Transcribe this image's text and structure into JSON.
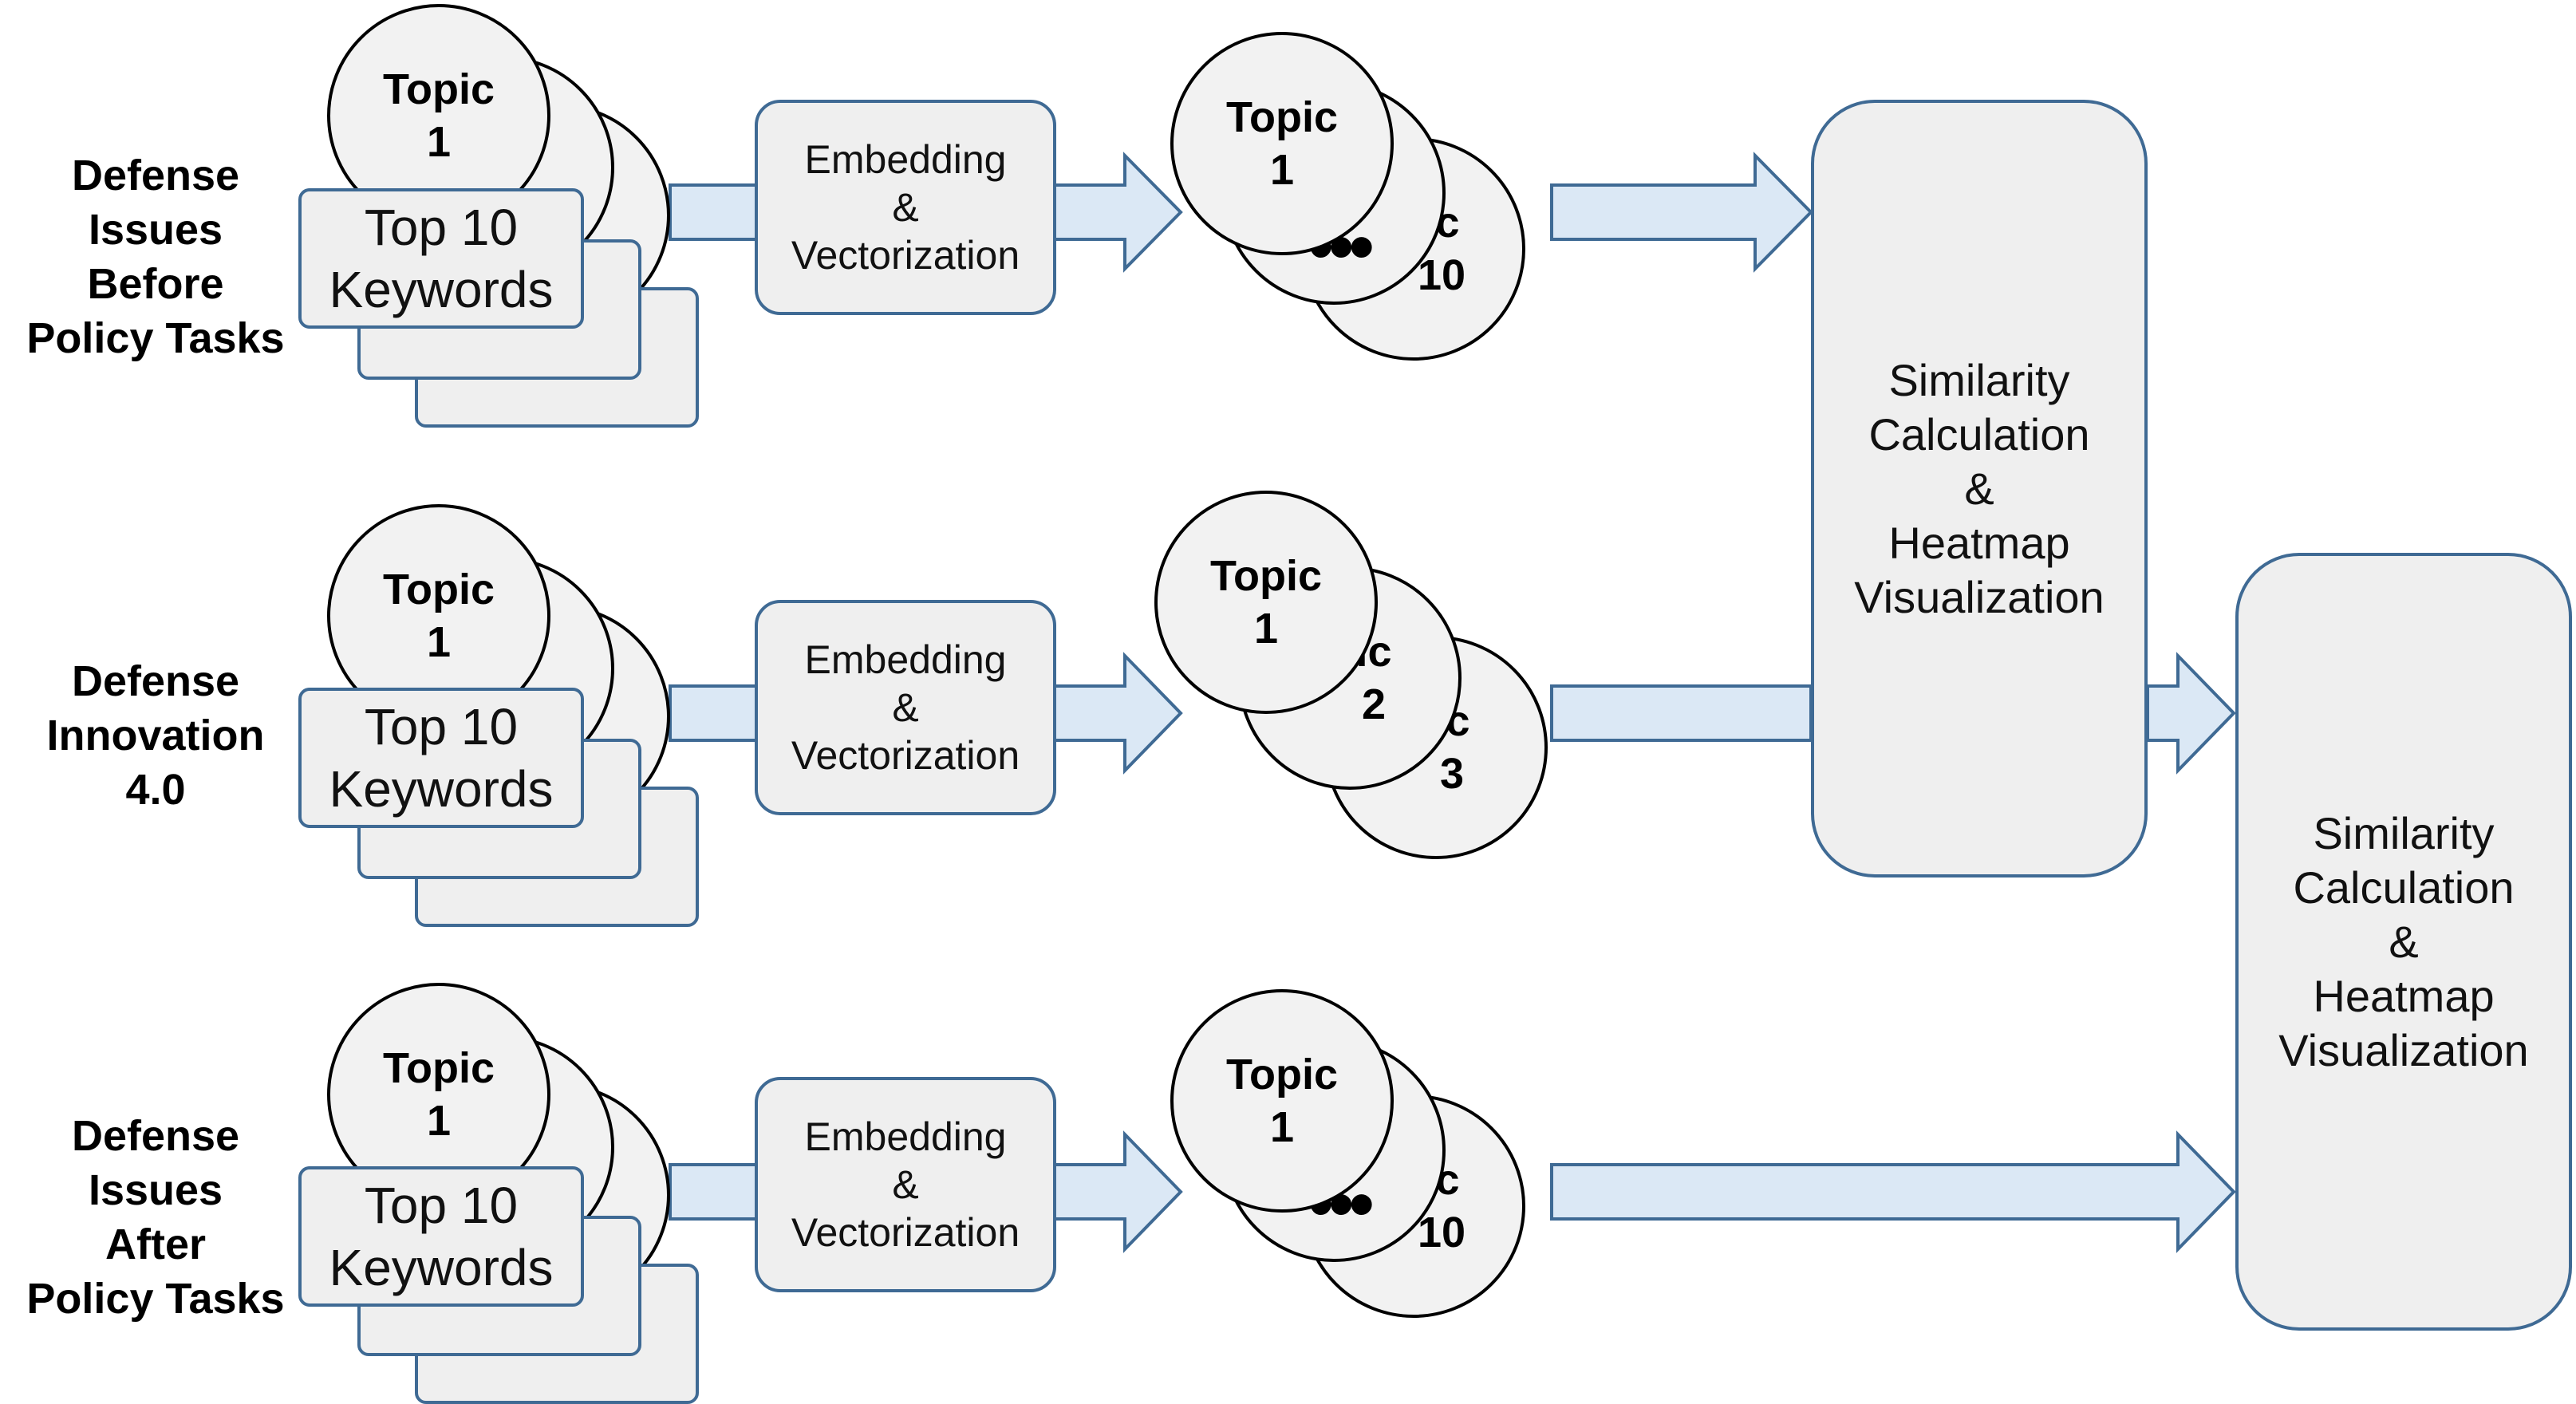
{
  "rows": [
    {
      "label_lines": [
        "Defense",
        "Issues",
        "Before",
        "Policy Tasks"
      ],
      "topic_front": [
        "Topic",
        "1"
      ],
      "keywords_lines": [
        "Top 10",
        "Keywords"
      ],
      "embedding_lines": [
        "Embedding",
        "&",
        "Vectorization"
      ],
      "result_topics": [
        {
          "lines": [
            "Topic",
            "1"
          ]
        },
        {
          "lines": [
            "",
            ""
          ]
        },
        {
          "lines": [
            "ic",
            "10"
          ]
        }
      ],
      "result_dots": "•••"
    },
    {
      "label_lines": [
        "Defense",
        "Innovation",
        "4.0"
      ],
      "topic_front": [
        "Topic",
        "1"
      ],
      "keywords_lines": [
        "Top 10",
        "Keywords"
      ],
      "embedding_lines": [
        "Embedding",
        "&",
        "Vectorization"
      ],
      "result_topics": [
        {
          "lines": [
            "Topic",
            "1"
          ]
        },
        {
          "lines": [
            "ic",
            "2"
          ]
        },
        {
          "lines": [
            "ic",
            "3"
          ]
        }
      ],
      "result_dots": ""
    },
    {
      "label_lines": [
        "Defense",
        "Issues",
        "After",
        "Policy Tasks"
      ],
      "topic_front": [
        "Topic",
        "1"
      ],
      "keywords_lines": [
        "Top 10",
        "Keywords"
      ],
      "embedding_lines": [
        "Embedding",
        "&",
        "Vectorization"
      ],
      "result_topics": [
        {
          "lines": [
            "Topic",
            "1"
          ]
        },
        {
          "lines": [
            "",
            ""
          ]
        },
        {
          "lines": [
            "ic",
            "10"
          ]
        }
      ],
      "result_dots": "•••"
    }
  ],
  "similarity_1_lines": [
    "Similarity",
    "Calculation",
    "&",
    "Heatmap",
    "Visualization"
  ],
  "similarity_2_lines": [
    "Similarity",
    "Calculation",
    "&",
    "Heatmap",
    "Visualization"
  ],
  "colors": {
    "box_fill": "#efefef",
    "box_border": "#3f6a94",
    "arrow_fill": "#dbe8f5",
    "circle_border": "#000000"
  }
}
